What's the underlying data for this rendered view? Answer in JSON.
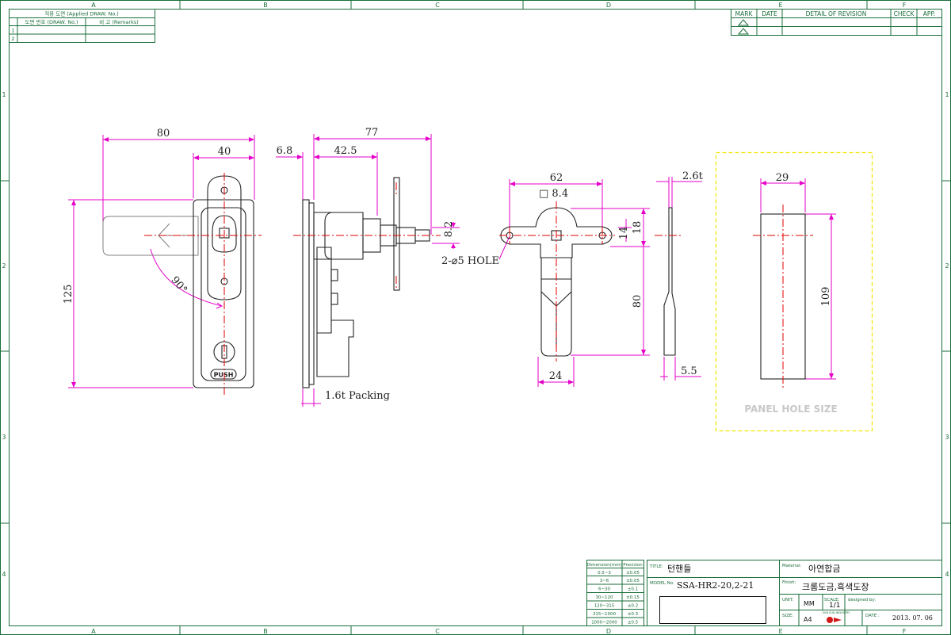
{
  "grid": {
    "columns": [
      "A",
      "B",
      "C",
      "D",
      "E",
      "F"
    ],
    "rows": [
      "1",
      "2",
      "3",
      "4"
    ]
  },
  "applied_table": {
    "header": "적용 도면 (Applied DRAW. No.)",
    "col1": "도면 번호 (DRAW. No.)",
    "col2": "비 고 (Remarks)",
    "rows": [
      "1",
      "2"
    ]
  },
  "revision_table": {
    "mark": "MARK",
    "date": "DATE",
    "detail": "DETAIL OF REVISION",
    "check": "CHECK",
    "app": "APP."
  },
  "front_view": {
    "width_80": "80",
    "width_40": "40",
    "height_125": "125",
    "angle": "90°",
    "push_label": "PUSH"
  },
  "side_view": {
    "dim_77": "77",
    "dim_42_5": "42.5",
    "dim_6_8": "6.8",
    "dim_8_2": "8.2",
    "packing": "1.6t Packing"
  },
  "lever_view": {
    "dim_62": "62",
    "square_8_4": "□ 8.4",
    "hole_note": "2-⌀5  HOLE",
    "dim_18": "18",
    "dim_14": "14",
    "dim_80": "80",
    "dim_24": "24"
  },
  "lever_side": {
    "thickness": "2.6t",
    "dim_5_5": "5.5"
  },
  "panel_hole": {
    "dim_29": "29",
    "dim_109": "109",
    "label": "PANEL HOLE SIZE"
  },
  "tolerance_table": {
    "header_dim": "Dimension(mm)",
    "header_prec": "Precision",
    "rows": [
      [
        "0.5~3",
        "±0.05"
      ],
      [
        "3~6",
        "±0.05"
      ],
      [
        "6~30",
        "±0.1"
      ],
      [
        "30~120",
        "±0.15"
      ],
      [
        "120~315",
        "±0.2"
      ],
      [
        "315~1000",
        "±0.3"
      ],
      [
        "1000~2000",
        "±0.5"
      ]
    ]
  },
  "title_block": {
    "title_label": "TITLE:",
    "title": "턴핸들",
    "model_label": "MODEL No.",
    "model": "SSA-HR2-20,2-21",
    "material_label": "Material:",
    "material": "아연합금",
    "finish_label": "Finish:",
    "finish": "크롬도금,흑색도장",
    "unit_label": "UNIT:",
    "unit": "MM",
    "scale_label": "SCALE:",
    "scale": "1/1",
    "designed_label": "designed by:",
    "size_label": "SIZE:",
    "size": "A4",
    "date_label": "DATE :",
    "date": "2013. 07. 06",
    "logo_text": "SUN SUN INDUSTRY"
  },
  "colors": {
    "frame": "#1a6e3a",
    "dimension": "#e600c8",
    "centerline": "#e00000",
    "panel_box": "#f2e600",
    "part": "#222222"
  }
}
